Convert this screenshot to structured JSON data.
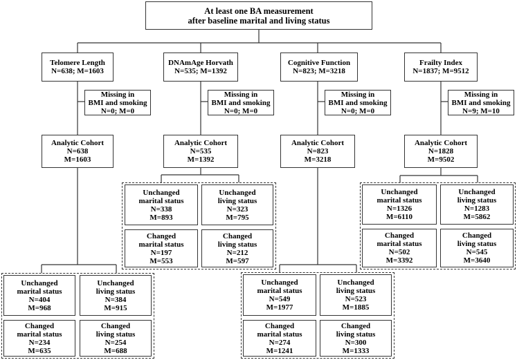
{
  "top": [
    "At least one BA measurement",
    "after baseline marital and living status"
  ],
  "columns": [
    {
      "measure": [
        "Telomere Length",
        "N=638; M=1603"
      ],
      "missing": [
        "Missing in",
        "BMI and smoking",
        "N=0; M=0"
      ],
      "cohort": [
        "Analytic Cohort",
        "N=638",
        "M=1603"
      ],
      "sub": {
        "unchanged_marital": [
          "Unchanged",
          "marital status",
          "N=404",
          "M=968"
        ],
        "unchanged_living": [
          "Unchanged",
          "living status",
          "N=384",
          "M=915"
        ],
        "changed_marital": [
          "Changed",
          "marital status",
          "N=234",
          "M=635"
        ],
        "changed_living": [
          "Changed",
          "living status",
          "N=254",
          "M=688"
        ]
      }
    },
    {
      "measure": [
        "DNAmAge Horvath",
        "N=535; M=1392"
      ],
      "missing": [
        "Missing in",
        "BMI and smoking",
        "N=0; M=0"
      ],
      "cohort": [
        "Analytic Cohort",
        "N=535",
        "M=1392"
      ],
      "sub": {
        "unchanged_marital": [
          "Unchanged",
          "marital status",
          "N=338",
          "M=893"
        ],
        "unchanged_living": [
          "Unchanged",
          "living status",
          "N=323",
          "M=795"
        ],
        "changed_marital": [
          "Changed",
          "marital status",
          "N=197",
          "M=553"
        ],
        "changed_living": [
          "Changed",
          "living status",
          "N=212",
          "M=597"
        ]
      }
    },
    {
      "measure": [
        "Cognitive Function",
        "N=823; M=3218"
      ],
      "missing": [
        "Missing in",
        "BMI and smoking",
        "N=0; M=0"
      ],
      "cohort": [
        "Analytic Cohort",
        "N=823",
        "M=3218"
      ],
      "sub": {
        "unchanged_marital": [
          "Unchanged",
          "marital status",
          "N=549",
          "M=1977"
        ],
        "unchanged_living": [
          "Unchanged",
          "living status",
          "N=523",
          "M=1885"
        ],
        "changed_marital": [
          "Changed",
          "marital status",
          "N=274",
          "M=1241"
        ],
        "changed_living": [
          "Changed",
          "living status",
          "N=300",
          "M=1333"
        ]
      }
    },
    {
      "measure": [
        "Frailty Index",
        "N=1837; M=9512"
      ],
      "missing": [
        "Missing in",
        "BMI and smoking",
        "N=9; M=10"
      ],
      "cohort": [
        "Analytic Cohort",
        "N=1828",
        "M=9502"
      ],
      "sub": {
        "unchanged_marital": [
          "Unchanged",
          "marital status",
          "N=1326",
          "M=6110"
        ],
        "unchanged_living": [
          "Unchanged",
          "living status",
          "N=1283",
          "M=5862"
        ],
        "changed_marital": [
          "Changed",
          "marital status",
          "N=502",
          "M=3392"
        ],
        "changed_living": [
          "Changed",
          "living status",
          "N=545",
          "M=3640"
        ]
      }
    }
  ]
}
